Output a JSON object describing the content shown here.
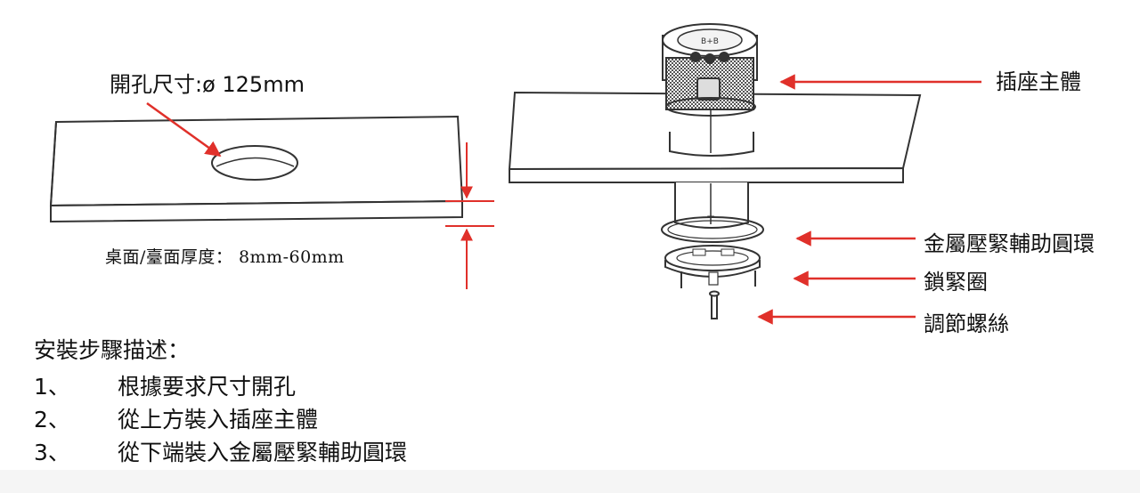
{
  "hole_label": "開孔尺寸:ø 125mm",
  "thickness_label": "桌面/臺面厚度： 8mm-60mm",
  "device_text": "B+B",
  "parts": {
    "body": "插座主體",
    "ring": "金屬壓緊輔助圓環",
    "lock": "鎖緊圈",
    "screw": "調節螺絲"
  },
  "steps_title": "安裝步驟描述：",
  "steps": [
    {
      "num": "1、",
      "text": "根據要求尺寸開孔"
    },
    {
      "num": "2、",
      "text": "從上方裝入插座主體"
    },
    {
      "num": "3、",
      "text": "從下端裝入金屬壓緊輔助圓環"
    }
  ],
  "colors": {
    "arrow": "#e0302a",
    "line": "#333333"
  }
}
